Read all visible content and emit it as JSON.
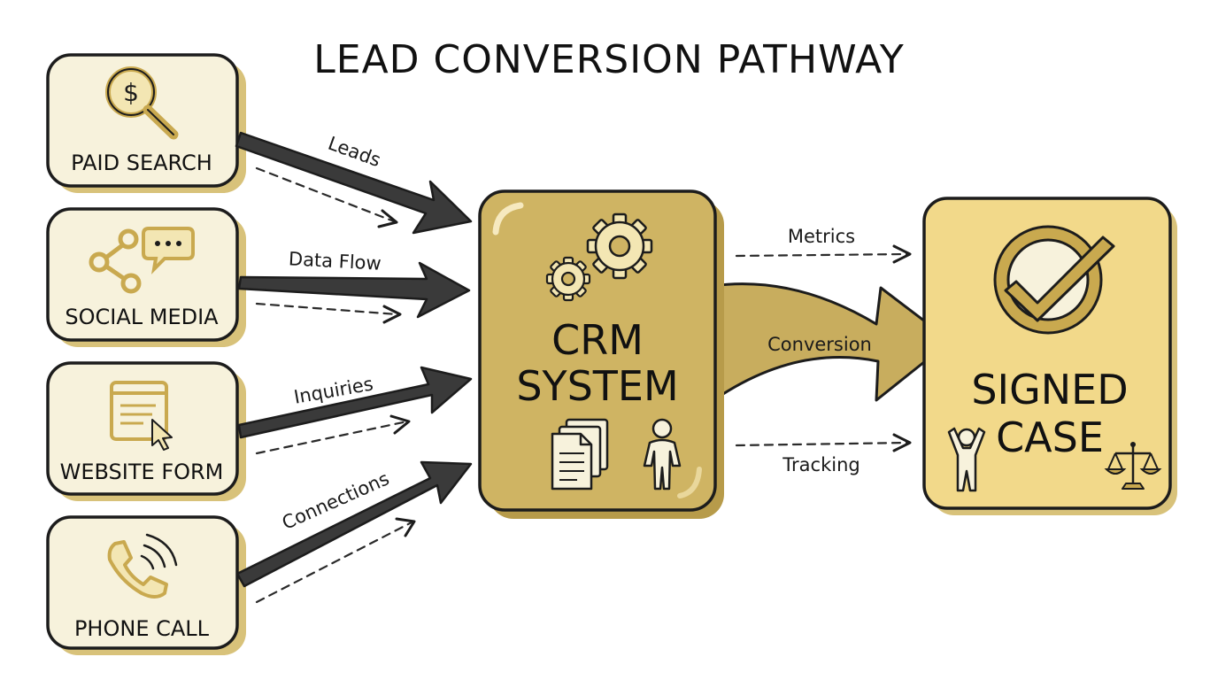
{
  "title": "LEAD CONVERSION PATHWAY",
  "colors": {
    "source_fill": "#f7f2dc",
    "crm_fill": "#cfb463",
    "signed_fill": "#f2d98a",
    "shadow": "#d8c27a",
    "icon_gold": "#c9a94f",
    "dark_arrow": "#3a3a3a",
    "gold_arrow": "#c8ad5e",
    "outline": "#1c1c1c"
  },
  "sources": [
    {
      "label": "PAID SEARCH",
      "icon": "dollar-search-icon"
    },
    {
      "label": "SOCIAL MEDIA",
      "icon": "share-chat-icon"
    },
    {
      "label": "WEBSITE FORM",
      "icon": "web-form-cursor-icon"
    },
    {
      "label": "PHONE CALL",
      "icon": "phone-signal-icon"
    }
  ],
  "source_flows": [
    "Leads",
    "Data Flow",
    "Inquiries",
    "Connections"
  ],
  "crm": {
    "label_line1": "CRM",
    "label_line2": "SYSTEM",
    "icons": [
      "gears-icon",
      "documents-icon",
      "person-icon"
    ]
  },
  "outputs": {
    "metrics": "Metrics",
    "conversion": "Conversion",
    "tracking": "Tracking"
  },
  "signed": {
    "label_line1": "SIGNED",
    "label_line2": "CASE",
    "icons": [
      "checkmark-badge-icon",
      "celebrating-person-icon",
      "scales-of-justice-icon"
    ]
  }
}
